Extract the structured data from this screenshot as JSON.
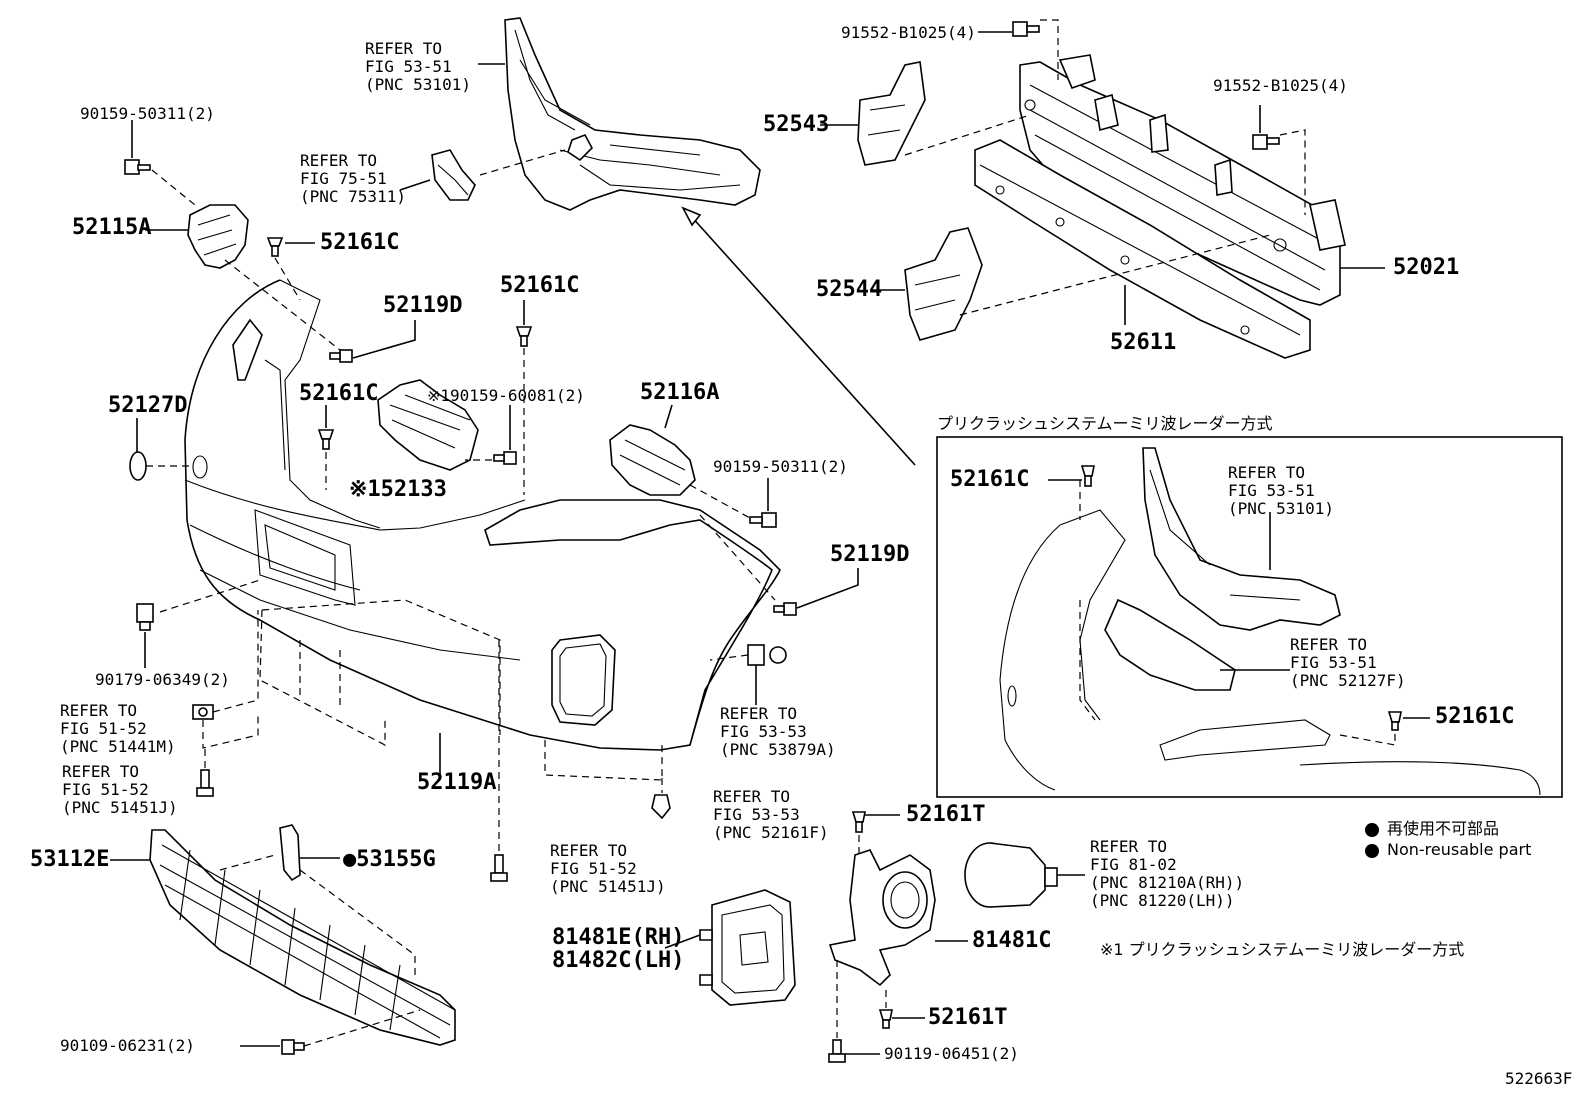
{
  "diagram_id": "522663F",
  "labels": {
    "ref_53101": [
      "REFER TO",
      "FIG 53-51",
      "(PNC 53101)"
    ],
    "ref_75311": [
      "REFER TO",
      "FIG 75-51",
      "(PNC 75311)"
    ],
    "p_90159_50311_a": "90159-50311(2)",
    "p_52115A": "52115A",
    "p_52161C_a": "52161C",
    "p_52119D_a": "52119D",
    "p_52161C_b": "52161C",
    "p_52127D": "52127D",
    "p_52161C_c": "52161C",
    "p_190159": "※190159-60081(2)",
    "p_52133": "※152133",
    "p_52116A": "52116A",
    "p_90159_50311_b": "90159-50311(2)",
    "p_52119D_b": "52119D",
    "p_90179": "90179-06349(2)",
    "ref_51441M": [
      "REFER TO",
      "FIG 51-52",
      "(PNC 51441M)"
    ],
    "ref_51451J_a": [
      "REFER TO",
      "FIG 51-52",
      "(PNC 51451J)"
    ],
    "p_52119A": "52119A",
    "ref_53879A": [
      "REFER TO",
      "FIG 53-53",
      "(PNC 53879A)"
    ],
    "ref_52161F": [
      "REFER TO",
      "FIG 53-53",
      "(PNC 52161F)"
    ],
    "ref_51451J_b": [
      "REFER TO",
      "FIG 51-52",
      "(PNC 51451J)"
    ],
    "p_53112E": "53112E",
    "p_53155G": "●53155G",
    "p_81481E": "81481E(RH)",
    "p_81482C": "81482C(LH)",
    "p_90109": "90109-06231(2)",
    "p_52161T_a": "52161T",
    "p_81481C": "81481C",
    "p_52161T_b": "52161T",
    "p_90119": "90119-06451(2)",
    "ref_81210A": [
      "REFER TO",
      "FIG 81-02",
      "(PNC 81210A(RH))",
      "(PNC 81220(LH))"
    ],
    "p_91552_a": "91552-B1025(4)",
    "p_91552_b": "91552-B1025(4)",
    "p_52543": "52543",
    "p_52544": "52544",
    "p_52021": "52021",
    "p_52611": "52611"
  },
  "inset": {
    "title": "プリクラッシュシステムーミリ波レーダー方式",
    "p_52161C_a": "52161C",
    "p_52161C_b": "52161C",
    "ref_53101": [
      "REFER TO",
      "FIG 53-51",
      "(PNC 53101)"
    ],
    "ref_52127F": [
      "REFER TO",
      "FIG 53-51",
      "(PNC 52127F)"
    ]
  },
  "legend": {
    "jp": "再使用不可部品",
    "en": "Non-reusable part"
  },
  "footnote": "※1 プリクラッシュシステムーミリ波レーダー方式"
}
